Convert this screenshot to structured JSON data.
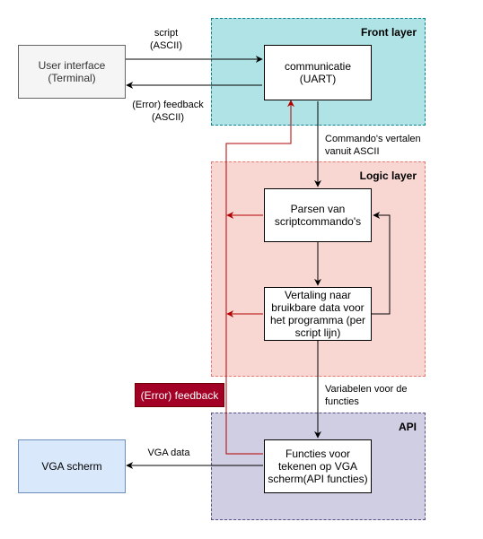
{
  "colors": {
    "front_fill": "#b0e3e6",
    "front_border": "#0e8088",
    "logic_fill": "#f8d7d3",
    "logic_border": "#e57872",
    "api_fill": "#d0cee2",
    "api_border": "#56517e",
    "vga_fill": "#dae8fc",
    "vga_border": "#6c8ebf",
    "ui_fill": "#f5f5f5",
    "ui_border": "#666666",
    "error_fill": "#a20025",
    "error_arrow": "#b20000"
  },
  "layers": {
    "front": "Front layer",
    "logic": "Logic layer",
    "api": "API"
  },
  "nodes": {
    "user_interface": "User interface\n(Terminal)",
    "communicatie": "communicatie\n(UART)",
    "parsen": "Parsen van\nscriptcommando's",
    "vertaling": "Vertaling naar\nbruikbare data voor\nhet programma (per\nscript lijn)",
    "functies": "Functies voor\ntekenen op VGA\nscherm(API functies)",
    "vga": "VGA scherm",
    "error_feedback": "(Error) feedback"
  },
  "edge_labels": {
    "script": "script\n(ASCII)",
    "feedback": "(Error) feedback\n(ASCII)",
    "commando": "Commando's vertalen\nvanuit ASCII",
    "variabelen": "Variabelen voor de\nfuncties",
    "vga_data": "VGA data"
  }
}
